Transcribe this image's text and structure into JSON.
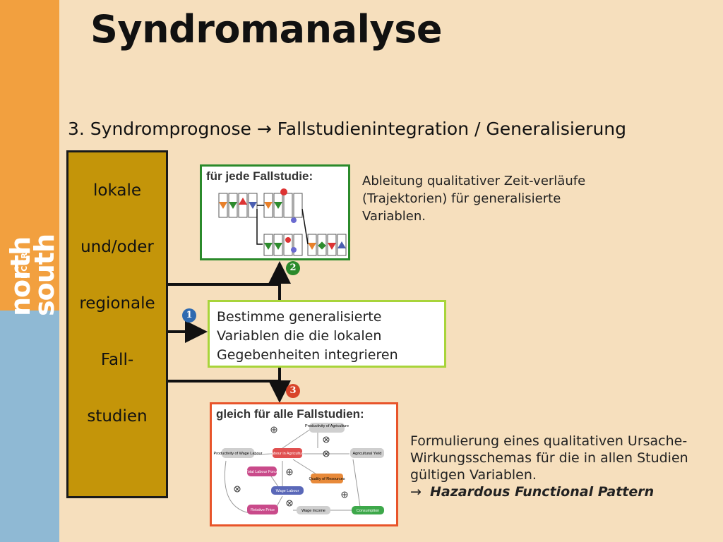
{
  "title": "Syndromanalyse",
  "subtitle": {
    "prefix": "3. Syndromprognose ",
    "arrow": "→",
    "suffix": " Fallstudienintegration / Generalisierung"
  },
  "logo": {
    "line1": "north",
    "line2": "south",
    "line3": "NCCR"
  },
  "left_box": {
    "labels": [
      "lokale",
      "und/oder",
      "regionale",
      "Fall-",
      "studien"
    ]
  },
  "box_top": {
    "header": "für jede Fallstudie:",
    "badge": "2",
    "description": "Ableitung qualitativer Zeit-verläufe (Trajektorien) für generalisierte Variablen."
  },
  "box_mid": {
    "badge": "1",
    "text": "Bestimme generalisierte Variablen die die lokalen Gegebenheiten integrieren"
  },
  "box_bottom": {
    "header": "gleich für alle Fallstudien:",
    "badge": "3",
    "description": "Formulierung eines qualitativen Ursache-Wirkungsschemas für die in allen Studien gültigen Variablen.",
    "pattern_arrow": "→",
    "pattern": "Hazardous Functional Pattern",
    "nodes": {
      "productivity_agri": "Productivity of Agriculture",
      "productivity_wage": "Productivity of Wage Labour",
      "labour_agri": "Labour in Agriculture",
      "agri_yield": "Agricultural Yield",
      "total_labour": "Total Labour Force",
      "quality_resources": "Quality of Resources",
      "wage_labour": "Wage Labour",
      "relative_price": "Relative Price",
      "wage_income": "Wage Income",
      "consumption": "Consumption"
    }
  },
  "colors": {
    "orange_strip": "#f2a03f",
    "blue_strip": "#8fb9d4",
    "background": "#f6dfbd",
    "left_box": "#c49509",
    "box_top_border": "#2b8a2b",
    "box_mid_border": "#a8d43a",
    "box_bottom_border": "#e8542a"
  }
}
